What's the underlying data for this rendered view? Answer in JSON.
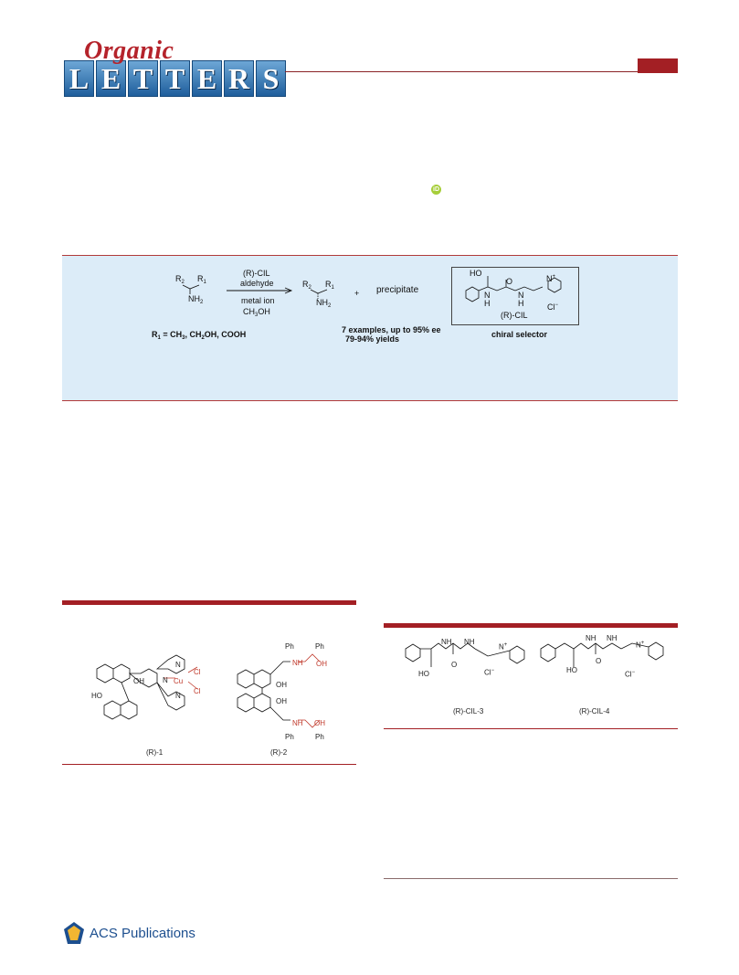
{
  "journal": {
    "logo_script": "Organic",
    "logo_letters": [
      "L",
      "E",
      "T",
      "T",
      "E",
      "R",
      "S"
    ],
    "colors": {
      "accent": "#a31f24",
      "tile": "#2a6aa8",
      "toc_bg": "#dcecf8"
    }
  },
  "toc": {
    "substrate_r2": "R",
    "substrate_r1": "R",
    "substrate_nh2": "NH",
    "reagent_1": "(R)-CIL",
    "reagent_2": "aldehyde",
    "condition_1": "metal ion",
    "condition_2": "CH",
    "condition_2_rest": "OH",
    "plus": "+",
    "precipitate": "precipitate",
    "r1_definition": "R",
    "r1_definition_rest": " = CH",
    "r1_definition_rest2": ", CH",
    "r1_definition_rest3": "OH, COOH",
    "results_1": "7 examples, up to 95% ee",
    "results_2": "79-94% yields",
    "selector_name": "(R)-CIL",
    "selector_label": "chiral selector",
    "selector_ho": "HO",
    "selector_o": "O",
    "selector_n": "N",
    "selector_h1": "H",
    "selector_h2": "H",
    "selector_cl": "Cl"
  },
  "figure_left": {
    "labels": [
      "(R)-1",
      "(R)-2"
    ],
    "atoms_1": {
      "ho": "HO",
      "oh": "OH",
      "cu": "Cu",
      "cl1": "Cl",
      "cl2": "Cl",
      "n1": "N",
      "n2": "N",
      "n3": "N"
    },
    "atoms_2": {
      "ph1": "Ph",
      "ph2": "Ph",
      "nh1": "NH",
      "oh1": "OH",
      "oh2": "OH",
      "oh3": "OH",
      "nh2": "NH",
      "oh4": "OH",
      "ph3": "Ph",
      "ph4": "Ph"
    }
  },
  "figure_right": {
    "labels": [
      "(R)-CIL-3",
      "(R)-CIL-4"
    ],
    "atoms_3": {
      "n1": "N",
      "h1": "H",
      "n2": "N",
      "h2": "H",
      "o": "O",
      "ho": "HO",
      "cl": "Cl",
      "np": "N"
    },
    "atoms_4": {
      "n1": "N",
      "h1": "H",
      "n2": "N",
      "h2": "H",
      "o": "O",
      "ho": "HO",
      "cl": "Cl",
      "np": "N"
    }
  },
  "footer": {
    "publisher": "ACS Publications"
  }
}
